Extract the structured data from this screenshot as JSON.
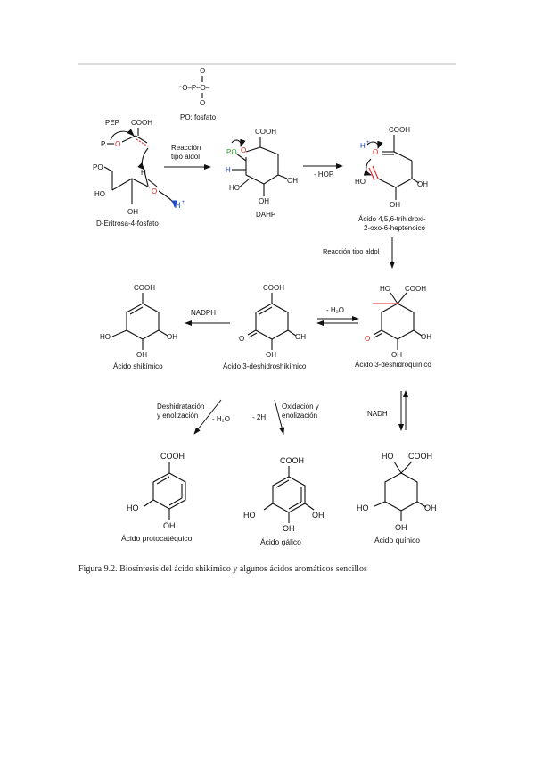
{
  "phosphate": {
    "line1": "O",
    "line2": "⁻O–P–O–",
    "line3": "O",
    "legend": "PO: fosfato"
  },
  "pep": {
    "label": "PEP",
    "cooh": "COOH",
    "p": "P",
    "o": "O"
  },
  "erythrose": {
    "po": "PO",
    "h": "H",
    "ho": "HO",
    "oh": "OH",
    "o": "O",
    "hplus": "H",
    "plus": "+",
    "name": "D-Eritrosa-4-fosfato"
  },
  "step1": {
    "line1": "Reacción",
    "line2": "tipo aldol"
  },
  "dahp": {
    "cooh": "COOH",
    "po": "PO",
    "o": "O",
    "h": "H",
    "ho": "HO",
    "oh1": "OH",
    "oh2": "OH",
    "name": "DAHP"
  },
  "step2": {
    "label": "- HOP"
  },
  "trihydroxy": {
    "cooh": "COOH",
    "hplus": "H",
    "plus": "+",
    "o": "O",
    "ho": "HO",
    "oh1": "OH",
    "oh2": "OH",
    "name1": "Ácido 4,5,6-trihidroxi-",
    "name2": "2-oxo-6-heptenoico"
  },
  "step3": {
    "label": "Reacción tipo aldol"
  },
  "shikimic": {
    "cooh": "COOH",
    "ho": "HO",
    "oh1": "OH",
    "oh2": "OH",
    "name": "Ácido shikímico"
  },
  "step4": {
    "label": "NADPH"
  },
  "dehydroshikimic": {
    "cooh": "COOH",
    "o": "O",
    "oh1": "OH",
    "oh2": "OH",
    "name": "Ácido 3-deshidroshikímico"
  },
  "step5": {
    "label": "- H₂O"
  },
  "dehydroquinic": {
    "ho": "HO",
    "cooh": "COOH",
    "o": "O",
    "oh1": "OH",
    "oh2": "OH",
    "name": "Ácido 3-deshidroquínico"
  },
  "step6": {
    "line1": "Deshidratación",
    "line2": "y enolización",
    "water": "- H₂O"
  },
  "step7": {
    "line1": "Oxidación y",
    "line2": "enolización",
    "h": "- 2H"
  },
  "step8": {
    "label": "NADH"
  },
  "protocatechuic": {
    "cooh": "COOH",
    "ho": "HO",
    "oh": "OH",
    "name": "Ácido protocatéquico"
  },
  "gallic": {
    "cooh": "COOH",
    "ho": "HO",
    "oh1": "OH",
    "oh2": "OH",
    "name": "Ácido gálico"
  },
  "quinic": {
    "ho1": "HO",
    "cooh": "COOH",
    "ho2": "HO",
    "oh1": "OH",
    "oh2": "OH",
    "name": "Ácido quínico"
  },
  "caption": "Figura 9.2.  Biosíntesis del ácido shikímico y algunos ácidos aromáticos sencillos"
}
